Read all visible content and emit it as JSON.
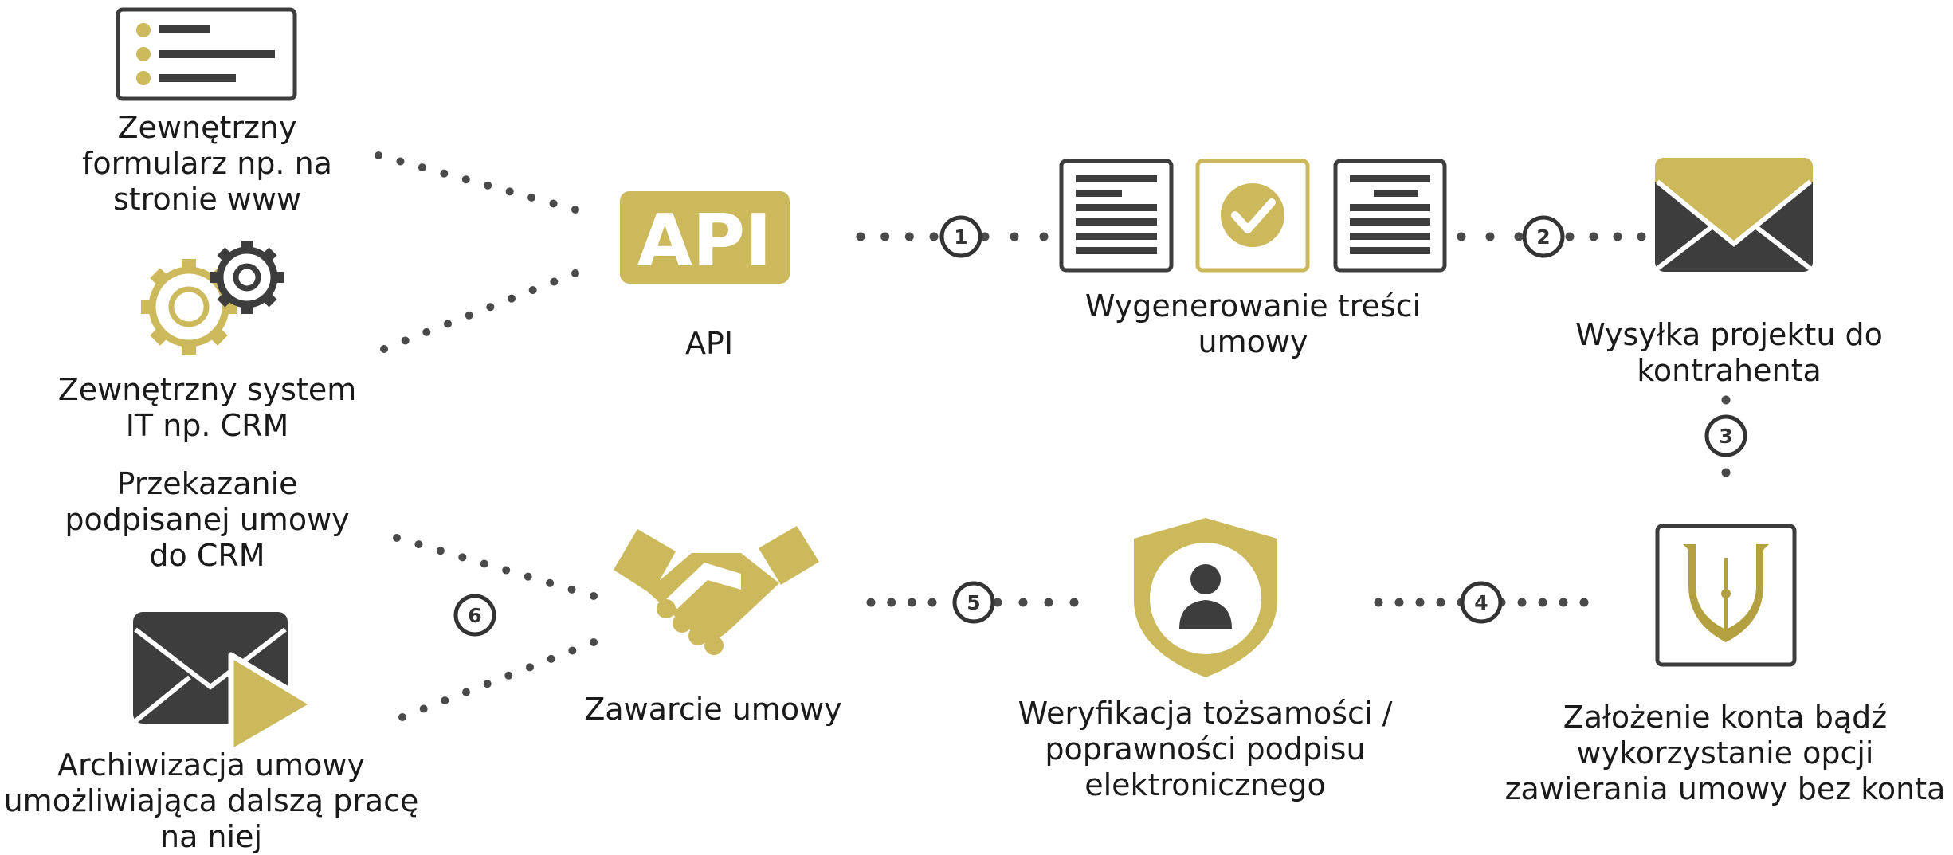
{
  "colors": {
    "gold": "#CBB95C",
    "gold_dark": "#B3A040",
    "dark": "#3D3D3D",
    "dots": "#4A4A4A",
    "text": "#1A1A1A"
  },
  "nodes": {
    "form": {
      "icon": "form-list-icon",
      "lines": [
        "Zewnętrzny",
        "formularz np. na",
        "stronie www"
      ]
    },
    "crm": {
      "icon": "gears-icon",
      "lines": [
        "Zewnętrzny system",
        "IT np. CRM"
      ]
    },
    "api": {
      "icon": "api-badge-icon",
      "badge": "API",
      "lines": [
        "API"
      ]
    },
    "generate": {
      "icon": "documents-check-icon",
      "lines": [
        "Wygenerowanie treści",
        "umowy"
      ]
    },
    "send": {
      "icon": "envelope-icon",
      "lines": [
        "Wysyłka projektu do",
        "kontrahenta"
      ]
    },
    "account": {
      "icon": "signature-logo-icon",
      "lines": [
        "Założenie konta bądź",
        "wykorzystanie opcji",
        "zawierania umowy bez konta"
      ]
    },
    "verify": {
      "icon": "shield-user-icon",
      "lines": [
        "Weryfikacja tożsamości /",
        "poprawności podpisu",
        "elektronicznego"
      ]
    },
    "contract": {
      "icon": "handshake-icon",
      "lines": [
        "Zawarcie umowy"
      ]
    },
    "transfer": {
      "lines": [
        "Przekazanie",
        "podpisanej umowy",
        "do CRM"
      ]
    },
    "archive": {
      "icon": "envelope-send-icon",
      "lines": [
        "Archiwizacja umowy",
        "umożliwiająca dalszą pracę",
        "na niej"
      ]
    }
  },
  "steps": [
    "1",
    "2",
    "3",
    "4",
    "5",
    "6"
  ]
}
